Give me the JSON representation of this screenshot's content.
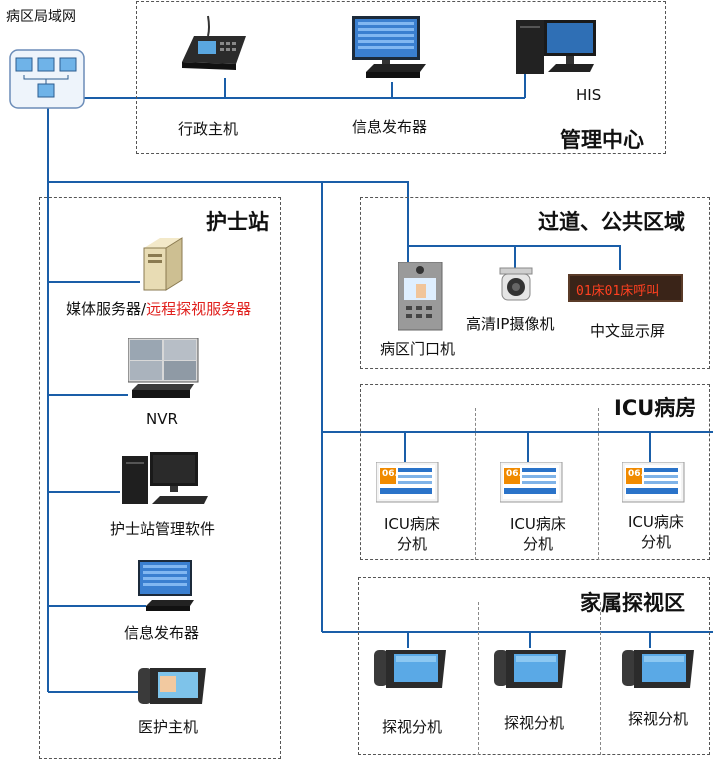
{
  "network": {
    "label": "病区局域网"
  },
  "zones": {
    "management": {
      "title": "管理中心"
    },
    "nurse": {
      "title": "护士站"
    },
    "corridor": {
      "title": "过道、公共区域"
    },
    "icu": {
      "title": "ICU病房"
    },
    "family": {
      "title": "家属探视区"
    }
  },
  "devices": {
    "admin_host": "行政主机",
    "info_publisher_mgmt": "信息发布器",
    "his": "HIS",
    "media_server": "媒体服务器/",
    "remote_visit_server": "远程探视服务器",
    "nvr": "NVR",
    "nurse_software": "护士站管理软件",
    "info_publisher_nurse": "信息发布器",
    "medical_host": "医护主机",
    "ward_door": "病区门口机",
    "ip_camera": "高清IP摄像机",
    "chinese_display": "中文显示屏",
    "display_text": "01床01床呼叫",
    "icu_ext": [
      {
        "line1": "ICU病床",
        "line2": "分机",
        "badge": "06."
      },
      {
        "line1": "ICU病床",
        "line2": "分机",
        "badge": "06."
      },
      {
        "line1": "ICU病床",
        "line2": "分机",
        "badge": "06."
      }
    ],
    "visit_ext": [
      "探视分机",
      "探视分机",
      "探视分机"
    ]
  },
  "colors": {
    "wire": "#1a5ea8",
    "accent_red": "#e0201d",
    "zone_border": "#555555"
  }
}
